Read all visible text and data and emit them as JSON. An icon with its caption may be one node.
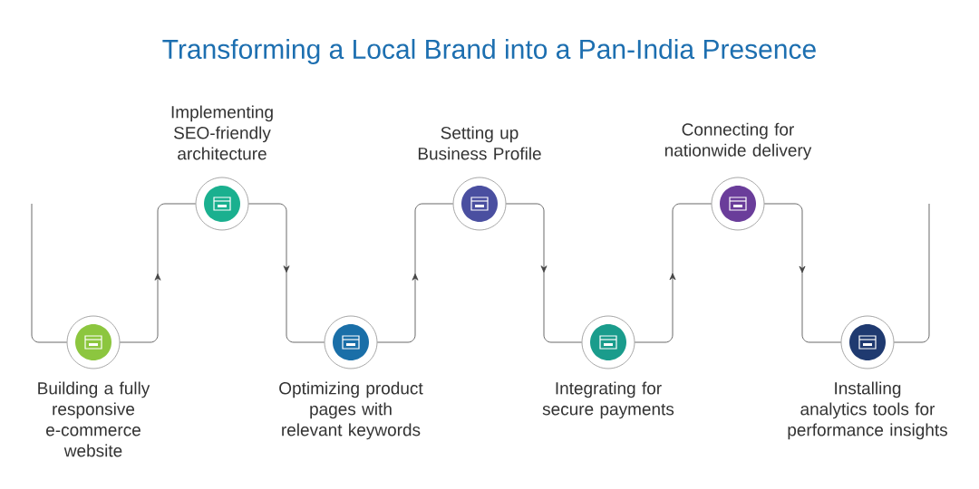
{
  "diagram": {
    "title": "Transforming a Local Brand into a Pan-India Presence",
    "nodes": [
      {
        "text": [
          "Building a fully responsive e-commerce website"
        ]
      },
      {
        "text": [
          "Implementing SEO-friendly architecture"
        ]
      },
      {
        "text": [
          "Optimizing product pages with relevant keywords"
        ]
      },
      {
        "text": [
          "Setting up Business Profile"
        ]
      },
      {
        "text": [
          "Integrating for secure payments"
        ]
      },
      {
        "text": [
          "Connecting for nationwide delivery"
        ]
      },
      {
        "text": [
          "Installing analytics tools for performance insights"
        ]
      }
    ],
    "edges": [
      {
        "from": null,
        "to": 0,
        "arrow": "none"
      },
      {
        "from": 0,
        "to": 1,
        "arrow": "to"
      },
      {
        "from": 1,
        "to": 2,
        "arrow": "to"
      },
      {
        "from": 2,
        "to": 3,
        "arrow": "to"
      },
      {
        "from": 3,
        "to": 4,
        "arrow": "to"
      },
      {
        "from": 4,
        "to": 5,
        "arrow": "to"
      },
      {
        "from": 5,
        "to": 6,
        "arrow": "to"
      },
      {
        "from": 6,
        "to": null,
        "arrow": "none"
      }
    ]
  }
}
